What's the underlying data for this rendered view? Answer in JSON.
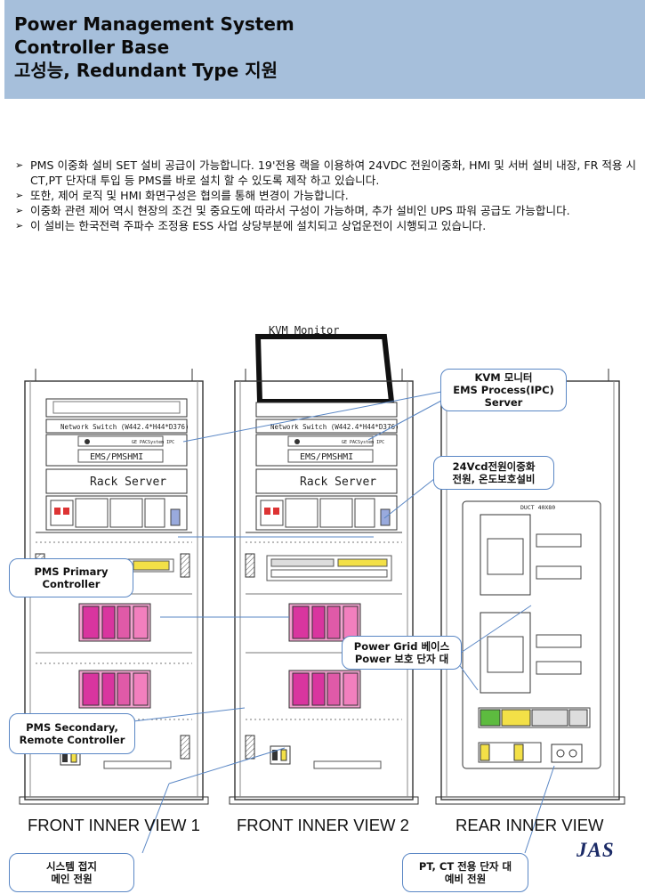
{
  "header": {
    "lines": [
      "Power Management System",
      "Controller Base",
      "고성능, Redundant Type 지원"
    ]
  },
  "bullets": [
    "PMS 이중화 설비 SET 설비 공급이 가능합니다. 19'전용 랙을 이용하여 24VDC 전원이중화, HMI 및 서버 설비 내장, FR 적용 시 CT,PT 단자대 투입 등 PMS를 바로 설치 할 수 있도록 제작 하고 있습니다.",
    "또한, 제어 로직 및 HMI 화면구성은 협의를 통해 변경이 가능합니다.",
    "이중화 관련 제어 역시 현장의 조건 및 중요도에 따라서 구성이 가능하며, 추가 설비인 UPS 파워 공급도 가능합니다.",
    "이 설비는 한국전력 주파수 조정용 ESS 사업 상당부분에 설치되고 상업운전이 시행되고 있습니다."
  ],
  "bullet_arrow": "➢",
  "drawing": {
    "kvm_monitor": "KVM Monitor",
    "network_switch": "Network Switch (W442.4*H44*D376)",
    "ems_pmshmi": "EMS/PMSHMI",
    "rack_server": "Rack Server",
    "ipc_badge": "GE PACSystem IPC",
    "duct": "DUCT 40X80"
  },
  "views": {
    "front1": "FRONT INNER VIEW 1",
    "front2": "FRONT INNER VIEW 2",
    "rear": "REAR INNER VIEW"
  },
  "callouts": {
    "kvm": [
      "KVM 모니터",
      "EMS Process(IPC)",
      "Server"
    ],
    "power24": [
      "24Vcd전원이중화",
      "전원, 온도보호설비"
    ],
    "pms_primary": [
      "PMS Primary",
      "Controller"
    ],
    "power_grid": [
      "Power Grid 베이스",
      "Power 보호 단자 대"
    ],
    "pms_secondary": [
      "PMS Secondary,",
      "Remote Controller"
    ],
    "system_ground": [
      "시스템 접지",
      "메인 전원"
    ],
    "pt_ct": [
      "PT, CT 전용 단자 대",
      "예비 전원"
    ]
  },
  "logo": "JAS",
  "colors": {
    "header_bg": "#a6bfdb",
    "callout_border": "#5a87c5",
    "plc_magenta": "#d9359f",
    "plc_pink": "#f2a3cf",
    "terminal_green": "#5dbb3f",
    "terminal_yellow": "#f3e047"
  }
}
